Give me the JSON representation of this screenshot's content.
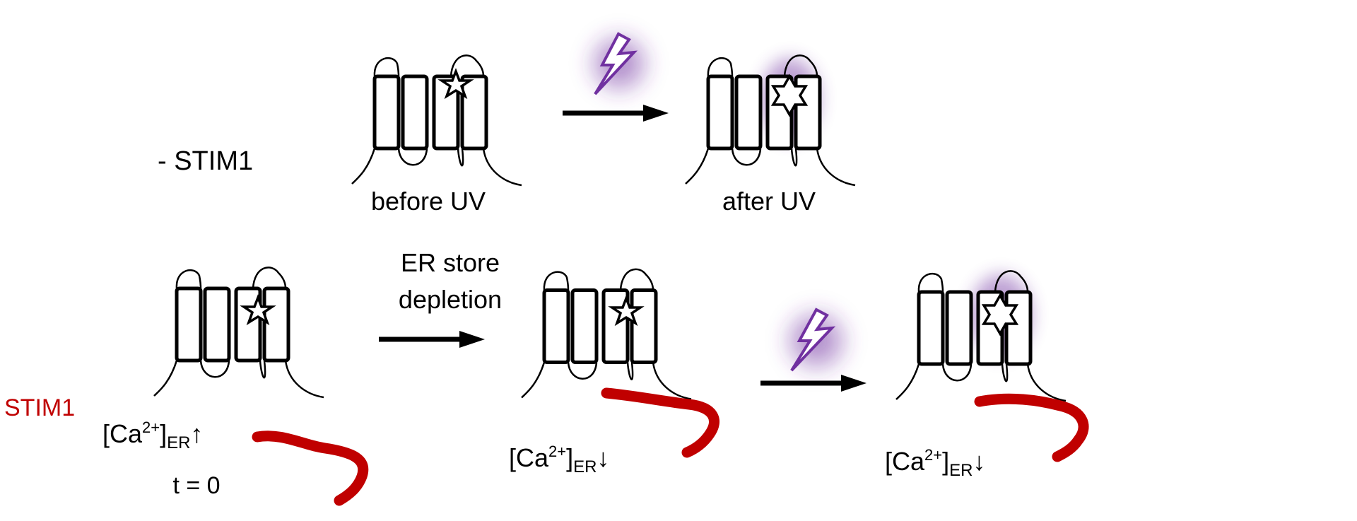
{
  "labels": {
    "minus_stim1": "- STIM1",
    "before_uv": "before UV",
    "after_uv": "after UV",
    "er_store_line1": "ER store",
    "er_store_line2": "depletion",
    "stim1": "STIM1",
    "ca_base": "[Ca",
    "ca_charge": "2+",
    "ca_bracket": "]",
    "ca_subscript": "ER",
    "arrow_up": "↑",
    "arrow_down": "↓",
    "time_zero": "t = 0"
  },
  "colors": {
    "stim1": "#c00000",
    "uv_glow": "#7030a0",
    "outline": "#000000"
  },
  "icons": {
    "caged_state": "five-point-star-icon",
    "uncaged_state": "six-point-star-icon",
    "uv_light": "lightning-bolt-icon"
  }
}
